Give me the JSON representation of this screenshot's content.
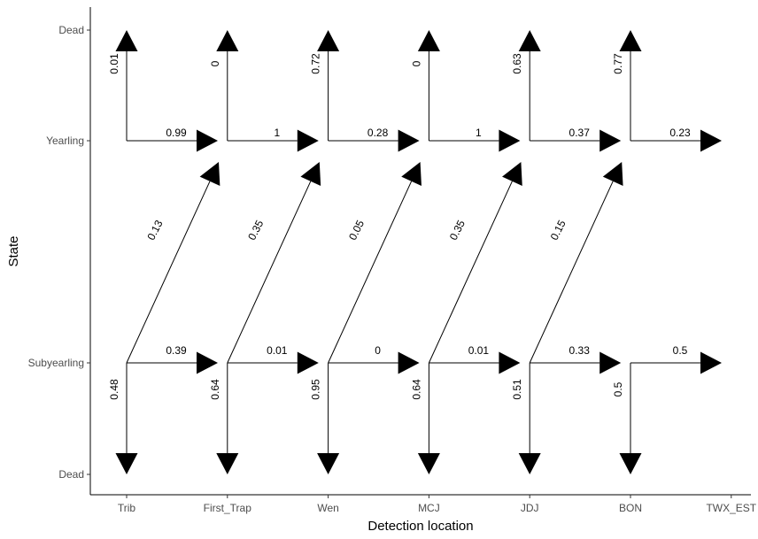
{
  "chart_data": {
    "type": "diagram",
    "xlabel": "Detection location",
    "ylabel": "State",
    "x_categories": [
      "Trib",
      "First_Trap",
      "Wen",
      "MCJ",
      "JDJ",
      "BON",
      "TWX_EST"
    ],
    "y_categories": [
      "Dead",
      "Subyearling",
      "Yearling",
      "Dead"
    ],
    "transitions": [
      {
        "from": "Trib",
        "to": "First_Trap",
        "yearling_survive": "0.99",
        "yearling_dead": "0.01",
        "sub_survive": "0.39",
        "sub_dead": "0.48",
        "sub_to_yearling": "0.13"
      },
      {
        "from": "First_Trap",
        "to": "Wen",
        "yearling_survive": "1",
        "yearling_dead": "0",
        "sub_survive": "0.01",
        "sub_dead": "0.64",
        "sub_to_yearling": "0.35"
      },
      {
        "from": "Wen",
        "to": "MCJ",
        "yearling_survive": "0.28",
        "yearling_dead": "0.72",
        "sub_survive": "0",
        "sub_dead": "0.95",
        "sub_to_yearling": "0.05"
      },
      {
        "from": "MCJ",
        "to": "JDJ",
        "yearling_survive": "1",
        "yearling_dead": "0",
        "sub_survive": "0.01",
        "sub_dead": "0.64",
        "sub_to_yearling": "0.35"
      },
      {
        "from": "JDJ",
        "to": "BON",
        "yearling_survive": "0.37",
        "yearling_dead": "0.63",
        "sub_survive": "0.33",
        "sub_dead": "0.51",
        "sub_to_yearling": "0.15"
      },
      {
        "from": "BON",
        "to": "TWX_EST",
        "yearling_survive": "0.23",
        "yearling_dead": "0.77",
        "sub_survive": "0.5",
        "sub_dead": "0.5",
        "sub_to_yearling": ""
      }
    ]
  }
}
